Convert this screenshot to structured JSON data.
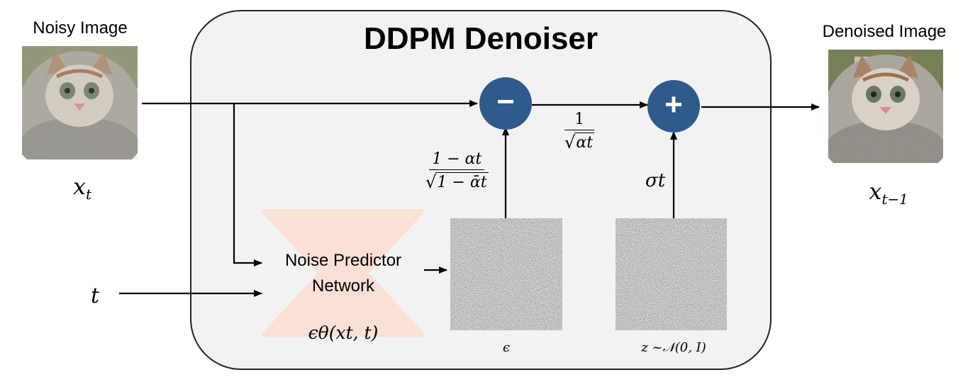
{
  "diagram": {
    "title": "DDPM Denoiser",
    "input": {
      "caption": "Noisy Image",
      "symbol": "x",
      "subscript": "t"
    },
    "output": {
      "caption": "Denoised Image",
      "symbol": "x",
      "subscript": "t−1"
    },
    "time_input": {
      "symbol": "t"
    },
    "network": {
      "line1": "Noise Predictor",
      "line2": "Network",
      "formula": "ϵθ(xt, t)"
    },
    "operators": {
      "minus": "−",
      "plus": "+"
    },
    "noise_blocks": [
      {
        "caption": "ϵ"
      },
      {
        "caption": "z ~𝒩(0, I)"
      }
    ],
    "coefficients": {
      "eps_num": "1 − αt",
      "eps_den": "1 − ᾱt",
      "scale_num": "1",
      "scale_den": "αt",
      "sigma": "σt"
    },
    "colors": {
      "operator": "#2e5a8c",
      "network": "#fbe0d6",
      "panel": "#f2f2f2"
    }
  }
}
